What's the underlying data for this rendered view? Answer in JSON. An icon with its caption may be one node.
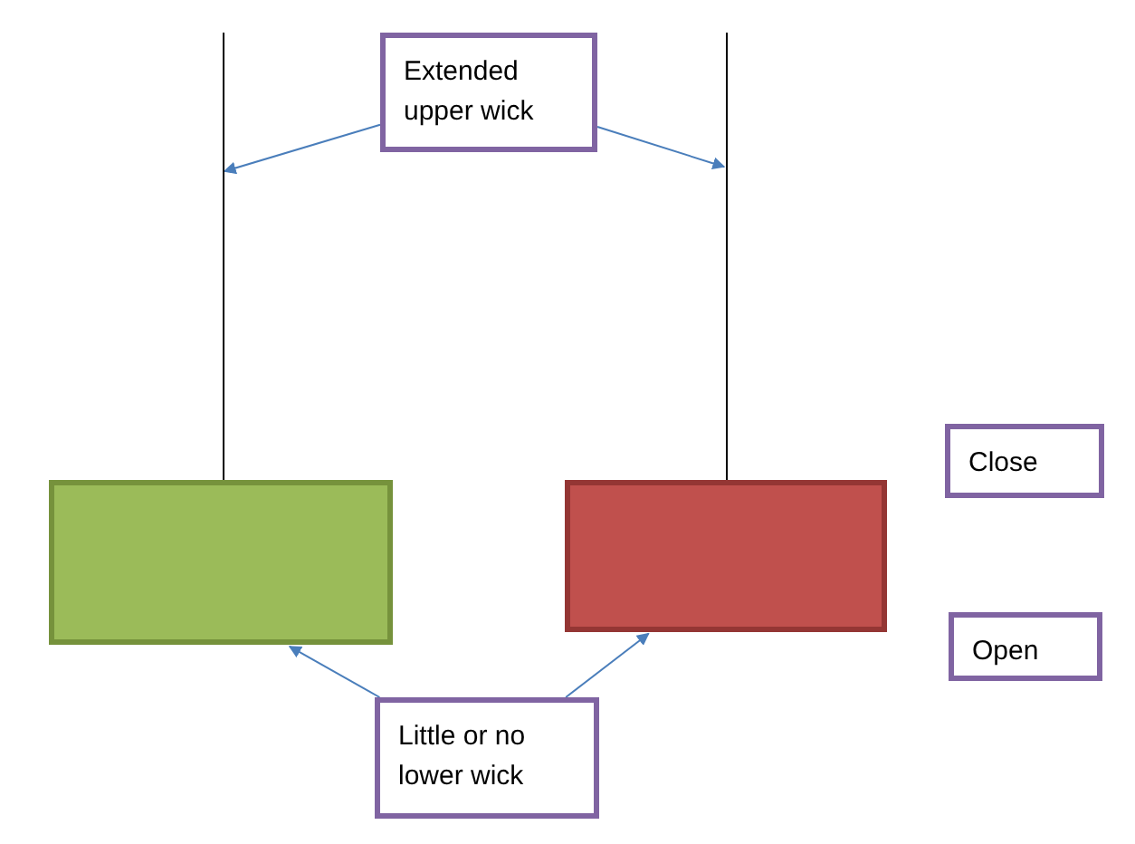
{
  "diagram": {
    "nodes": [
      {
        "text": [
          "Extended upper wick"
        ]
      },
      {
        "text": [],
        "shape": "line"
      },
      {
        "text": [],
        "shape": "line"
      },
      {
        "text": [
          "Close"
        ]
      },
      {
        "text": [],
        "shape": "box"
      },
      {
        "text": [],
        "shape": "box"
      },
      {
        "text": [
          "Open"
        ]
      },
      {
        "text": [
          "Little or no lower wick"
        ]
      }
    ],
    "edges": [
      {
        "from": 0,
        "to": 1,
        "arrow": "to"
      },
      {
        "from": 0,
        "to": 2,
        "arrow": "to"
      },
      {
        "from": 7,
        "to": 4,
        "arrow": "to"
      },
      {
        "from": 7,
        "to": 5,
        "arrow": "to"
      }
    ]
  }
}
